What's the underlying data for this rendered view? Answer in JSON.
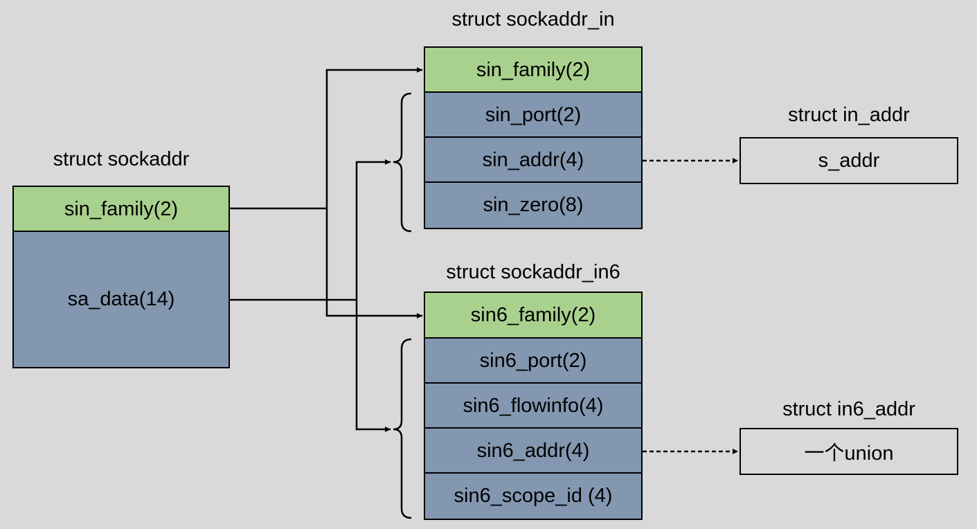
{
  "colors": {
    "background": "#d9d9d9",
    "family_field": "#a9d18e",
    "data_field": "#8497b0",
    "line": "#000000"
  },
  "sockaddr": {
    "title": "struct sockaddr",
    "fields": [
      "sin_family(2)",
      "sa_data(14)"
    ]
  },
  "sockaddr_in": {
    "title": "struct sockaddr_in",
    "fields": [
      "sin_family(2)",
      "sin_port(2)",
      "sin_addr(4)",
      "sin_zero(8)"
    ]
  },
  "sockaddr_in6": {
    "title": "struct sockaddr_in6",
    "fields": [
      "sin6_family(2)",
      "sin6_port(2)",
      "sin6_flowinfo(4)",
      "sin6_addr(4)",
      "sin6_scope_id (4)"
    ]
  },
  "in_addr": {
    "title": "struct in_addr",
    "fields": [
      "s_addr"
    ]
  },
  "in6_addr": {
    "title": "struct in6_addr",
    "fields": [
      "一个union"
    ]
  }
}
